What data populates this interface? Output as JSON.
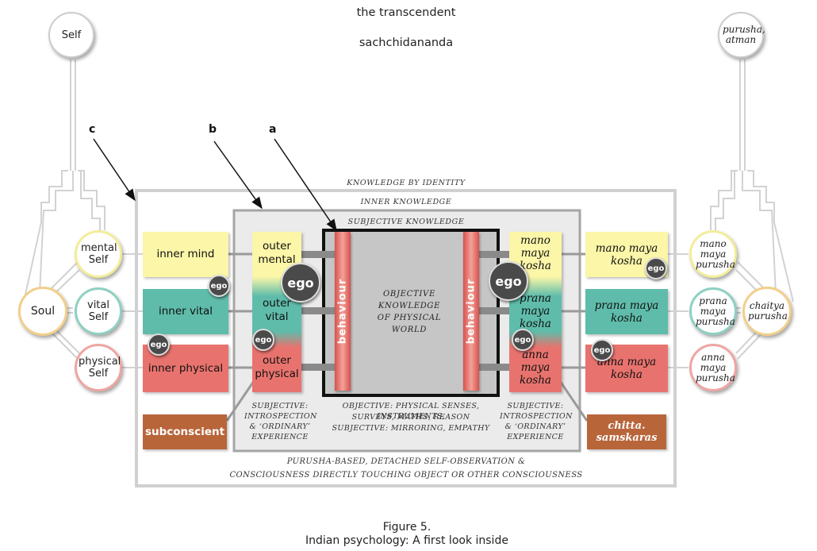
{
  "top": {
    "transcendent": "the transcendent",
    "sachchidananda": "sachchidananda"
  },
  "circles": {
    "self": "Self",
    "purusha_atman": "purusha, atman",
    "mental_self": "mental Self",
    "vital_self": "vital Self",
    "physical_self": "physical Self",
    "soul": "Soul",
    "mano_maya_purusha": "mano maya purusha",
    "prana_maya_purusha": "prana maya purusha",
    "anna_maya_purusha": "anna maya purusha",
    "chaitya_purusha": "chaitya purusha"
  },
  "letters": {
    "a": "a",
    "b": "b",
    "c": "c"
  },
  "frames": {
    "knowledge_by_identity": "Knowledge by identity",
    "inner_knowledge": "Inner knowledge",
    "subjective_knowledge": "Subjective knowledge"
  },
  "left_boxes": {
    "inner_mind": "inner mind",
    "inner_vital": "inner vital",
    "inner_physical": "inner physical",
    "subconscient": "subconscient"
  },
  "outer_column": {
    "outer_mental": "outer mental",
    "outer_vital": "outer vital",
    "outer_physical": "outer physical"
  },
  "inner_right_column": {
    "mano_maya_kosha": "mano maya kosha",
    "prana_maya_kosha": "prana maya kosha",
    "anna_maya_kosha": "anna maya kosha"
  },
  "right_boxes": {
    "mano_maya_kosha": "mano maya kosha",
    "prana_maya_kosha": "prana maya kosha",
    "anna_maya_kosha": "anna maya kosha",
    "chitta_samskaras": "chitta. samskaras"
  },
  "ego_label": "ego",
  "behaviour_label": "behaviour",
  "center": {
    "objective_knowledge": "Objective knowledge of physical world"
  },
  "notes": {
    "left_subjective": "Subjective: introspection & ‘ordinary’ experience",
    "right_subjective": "Subjective: introspection & ‘ordinary’ experience",
    "objective_line1": "Objective: physical senses, instruments,",
    "objective_line2": "surveys, maths, reason",
    "objective_line3": "Subjective: mirroring, empathy",
    "bottom_line1": "Purusha-based, detached self-observation &",
    "bottom_line2": "consciousness directly touching object or other consciousness"
  },
  "caption": {
    "line1": "Figure 5.",
    "line2": "Indian psychology: A first look inside"
  }
}
